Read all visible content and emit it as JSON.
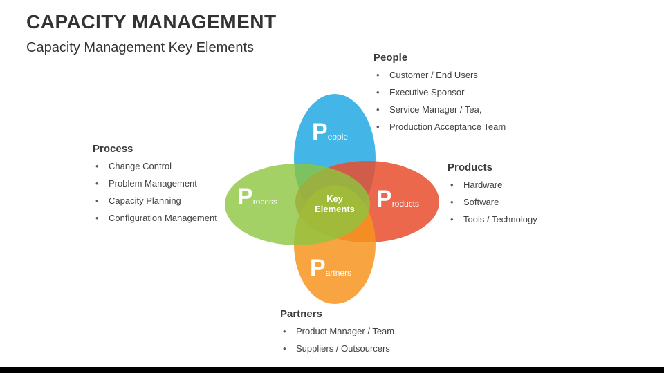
{
  "slide": {
    "title": "CAPACITY MANAGEMENT",
    "subtitle": "Capacity Management Key Elements"
  },
  "diagram": {
    "type": "venn-four-petal",
    "center": {
      "line1": "Key",
      "line2": "Elements"
    },
    "petals": [
      {
        "id": "people",
        "initial": "P",
        "rest": "eople",
        "color": "#29abe2",
        "position": "top"
      },
      {
        "id": "process",
        "initial": "P",
        "rest": "rocess",
        "color": "#8cc63f",
        "position": "left"
      },
      {
        "id": "products",
        "initial": "P",
        "rest": "roducts",
        "color": "#e94e2e",
        "position": "right"
      },
      {
        "id": "partners",
        "initial": "P",
        "rest": "artners",
        "color": "#f7941e",
        "position": "bottom"
      }
    ]
  },
  "groups": [
    {
      "heading": "People",
      "items": [
        "Customer / End Users",
        "Executive Sponsor",
        "Service Manager / Tea,",
        "Production Acceptance Team"
      ]
    },
    {
      "heading": "Process",
      "items": [
        "Change Control",
        "Problem Management",
        "Capacity Planning",
        "Configuration Management"
      ]
    },
    {
      "heading": "Products",
      "items": [
        "Hardware",
        "Software",
        "Tools / Technology"
      ]
    },
    {
      "heading": "Partners",
      "items": [
        "Product Manager / Team",
        "Suppliers / Outsourcers"
      ]
    }
  ],
  "footer": {
    "color": "#000000"
  }
}
